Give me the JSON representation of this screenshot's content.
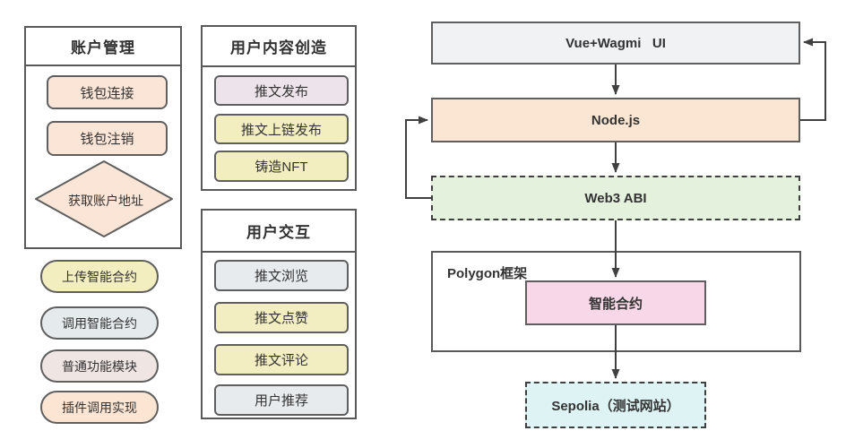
{
  "left_panel": {
    "account_box": {
      "title": "账户管理",
      "items": [
        {
          "label": "钱包连接",
          "color": "#fbe5d6"
        },
        {
          "label": "钱包注销",
          "color": "#fbe5d6"
        }
      ],
      "diamond": {
        "label": "获取账户地址",
        "color": "#fbe5d6"
      }
    },
    "pills": [
      {
        "label": "上传智能合约",
        "color": "#f3eec0"
      },
      {
        "label": "调用智能合约",
        "color": "#e5eaed"
      },
      {
        "label": "普通功能模块",
        "color": "#efe5e3"
      },
      {
        "label": "插件调用实现",
        "color": "#fce5d3"
      }
    ]
  },
  "middle_panel": {
    "content_box": {
      "title": "用户内容创造",
      "items": [
        {
          "label": "推文发布",
          "color": "#ece4ea"
        },
        {
          "label": "推文上链发布",
          "color": "#f3eec0"
        },
        {
          "label": "铸造NFT",
          "color": "#f3eec0"
        }
      ]
    },
    "interaction_box": {
      "title": "用户交互",
      "items": [
        {
          "label": "推文浏览",
          "color": "#e7ebee"
        },
        {
          "label": "推文点赞",
          "color": "#f3eec2"
        },
        {
          "label": "推文评论",
          "color": "#f3eec2"
        },
        {
          "label": "用户推荐",
          "color": "#e7ebee"
        }
      ]
    }
  },
  "flowchart": {
    "ui_box": {
      "label": "Vue+Wagmi   UI",
      "color": "#f1f2f3"
    },
    "node_box": {
      "label": "Node.js",
      "color": "#fbe5d3"
    },
    "web3_box": {
      "label": "Web3 ABI",
      "color": "#e4f1dc"
    },
    "polygon_box": {
      "label": "Polygon框架"
    },
    "contract_box": {
      "label": "智能合约",
      "color": "#f8d8e8"
    },
    "sepolia_box": {
      "label": "Sepolia（测试网站）",
      "color": "#def3f4"
    },
    "arrow_color": "#404040"
  }
}
